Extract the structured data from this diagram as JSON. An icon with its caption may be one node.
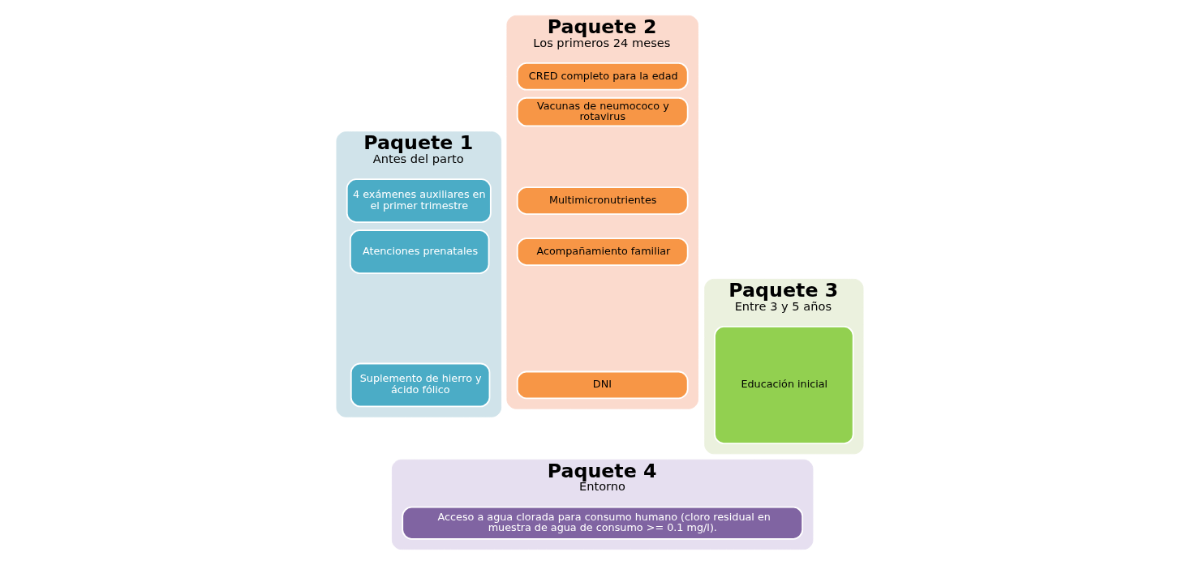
{
  "diagram": {
    "nodes": [
      {
        "text": [
          "Paquete 1",
          "Antes del parto"
        ]
      },
      {
        "text": [
          "4 exámenes auxiliares en el primer trimestre"
        ],
        "in": 0
      },
      {
        "text": [
          "Atenciones prenatales"
        ],
        "in": 0
      },
      {
        "text": [
          "Suplemento de hierro y ácido fólico"
        ],
        "in": 0
      },
      {
        "text": [
          "Paquete 2",
          "Los primeros 24 meses"
        ]
      },
      {
        "text": [
          "CRED completo para la edad"
        ],
        "in": 4
      },
      {
        "text": [
          "Vacunas de neumococo y rotavirus"
        ],
        "in": 4
      },
      {
        "text": [
          "Multimicronutrientes"
        ],
        "in": 4
      },
      {
        "text": [
          "Acompañamiento familiar"
        ],
        "in": 4
      },
      {
        "text": [
          "DNI"
        ],
        "in": 4
      },
      {
        "text": [
          "Paquete 3",
          "Entre 3 y 5 años"
        ]
      },
      {
        "text": [
          "Educación inicial"
        ],
        "in": 10
      },
      {
        "text": [
          "Paquete 4",
          "Entorno"
        ]
      },
      {
        "text": [
          "Acceso a agua clorada para consumo humano (cloro residual en muestra de agua de consumo >= 0.1 mg/l)."
        ],
        "in": 12
      }
    ],
    "edges": []
  }
}
